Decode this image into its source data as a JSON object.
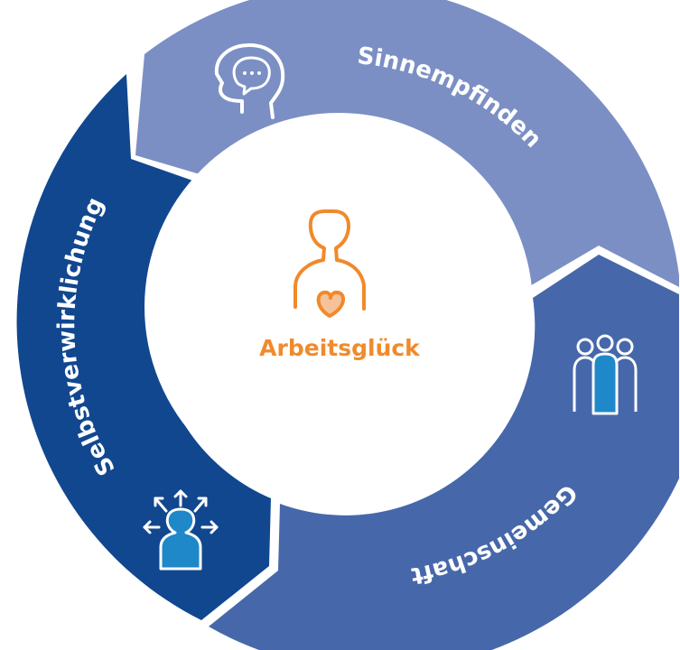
{
  "center": {
    "label": "Arbeitsglück",
    "color": "#f08a2c",
    "icon": "person-heart-icon"
  },
  "segments": [
    {
      "id": "sinnempfinden",
      "label": "Sinnempfinden",
      "color": "#7b8fc4",
      "icon": "head-speech-bubble-icon"
    },
    {
      "id": "gemeinschaft",
      "label": "Gemeinschaft",
      "color": "#4668aa",
      "icon": "group-people-icon"
    },
    {
      "id": "selbstverwirklichung",
      "label": "Selbstverwirklichung",
      "color": "#11478f",
      "icon": "person-arrows-icon"
    }
  ]
}
